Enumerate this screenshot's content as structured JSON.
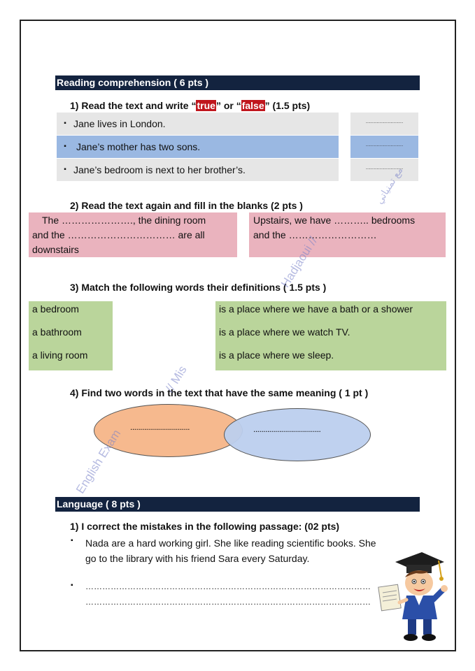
{
  "reading": {
    "header": "Reading comprehension ( 6 pts )",
    "q1": {
      "title_a": "1)  Read the text  and write “",
      "true_word": "true",
      "title_b": "” or “",
      "false_word": "false",
      "title_c": "” (1.5 pts)",
      "bullet": "▪",
      "answer_dots": "........................",
      "statements": [
        "Jane lives in London.",
        "Jane’s mother has two sons.",
        "Jane’s bedroom is next to her brother’s."
      ]
    },
    "q2": {
      "title": "2)  Read the text again and fill in the blanks (2 pts )",
      "left": {
        "line1": "The …………………., the dining room",
        "line2": "and the …………………………… are all",
        "line3": "downstairs"
      },
      "right": {
        "line1": "Upstairs, we have ……….. bedrooms",
        "line2": "and the ………………………"
      }
    },
    "q3": {
      "title": "3)  Match the following words their definitions ( 1.5 pts )",
      "words": [
        "a bedroom",
        "a bathroom",
        "a living room"
      ],
      "definitions": [
        "is a place where we have a bath or a shower",
        "is a place where we watch TV.",
        "is a place where we sleep."
      ]
    },
    "q4": {
      "title": "4)  Find two words in the text that have the same meaning ( 1 pt )",
      "left_dots": "..............................",
      "right_dots": ".................................."
    }
  },
  "language": {
    "header": "Language ( 8 pts )",
    "q1": {
      "title": "1)  I correct the mistakes in the following passage: (02 pts)",
      "bullet": "▪",
      "passage_line1": "Nada are a hard working girl. She like reading scientific books. She",
      "passage_line2": "go to the library with his friend Sara every Saturday.",
      "answer_line1": "…………………………………………………………………………………………",
      "answer_line2": "…………………………………………………………………………………………"
    }
  },
  "watermark": {
    "text_a": "English Exam",
    "text_b": "//  Mis",
    "text_c": "Hadjaoui //",
    "arabic": "مع تمنياتي"
  },
  "colors": {
    "header_bar": "#13233f",
    "highlight": "#c0161d",
    "grey_row": "#e6e6e6",
    "blue_row": "#9ab8e2",
    "pink_box": "#eab3be",
    "green_box": "#bad59b",
    "ellipse_left": "#f6b98e",
    "ellipse_right": "#bccfee"
  }
}
